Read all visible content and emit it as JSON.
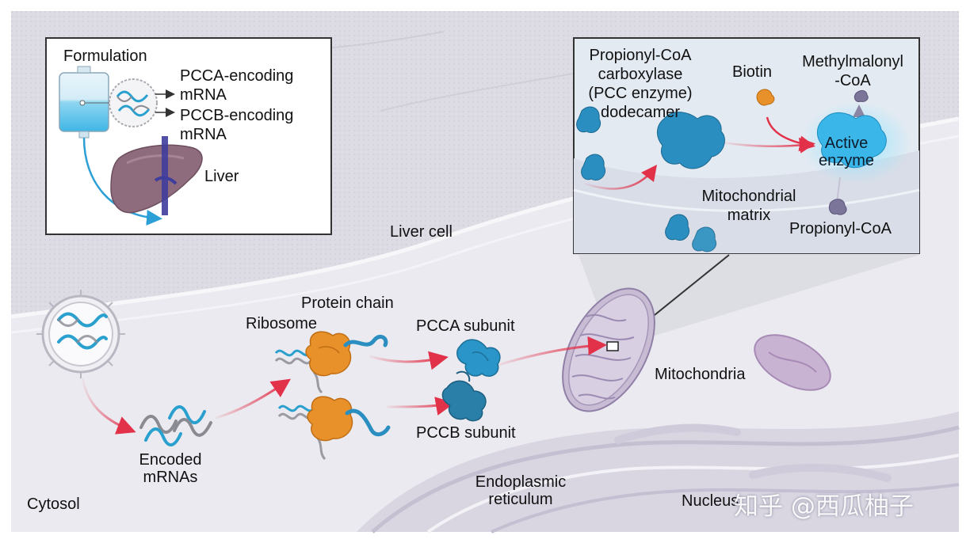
{
  "labels": {
    "formulation": "Formulation",
    "pcca_mrna": "PCCA-encoding\nmRNA",
    "pccb_mrna": "PCCB-encoding\nmRNA",
    "liver": "Liver",
    "liver_cell": "Liver cell",
    "propionyl_coa_carboxylase": "Propionyl-CoA\ncarboxylase\n(PCC enzyme)\ndodecamer",
    "biotin": "Biotin",
    "methylmalonyl_coa": "Methylmalonyl\n-CoA",
    "active_enzyme": "Active\nenzyme",
    "mitochondrial_matrix": "Mitochondrial\nmatrix",
    "propionyl_coa": "Propionyl-CoA",
    "protein_chain": "Protein chain",
    "ribosome": "Ribosome",
    "pcca_subunit": "PCCA subunit",
    "pccb_subunit": "PCCB subunit",
    "mitochondria": "Mitochondria",
    "encoded_mrnas": "Encoded\nmRNAs",
    "endoplasmic_reticulum": "Endoplasmic\nreticulum",
    "cytosol": "Cytosol",
    "nucleus": "Nucleus"
  },
  "watermark": "知乎 @西瓜柚子",
  "colors": {
    "cytoplasm": "#e9e8ef",
    "cell_membrane": "#dcdbe4",
    "arrow_red": "#e2324a",
    "protein_blue": "#2a8fc0",
    "ribosome_orange": "#e8902a",
    "mitochondria_purple": "#b7a7c8",
    "iv_bag_blue": "#5ec6ea",
    "liver_brown": "#8a6a7a"
  },
  "icons": [
    "lipid-nanoparticle-icon",
    "iv-bag-icon",
    "liver-icon",
    "ribosome-icon",
    "mrna-strand-icon",
    "protein-subunit-icon",
    "mitochondrion-icon",
    "enzyme-complex-icon",
    "biotin-icon"
  ]
}
